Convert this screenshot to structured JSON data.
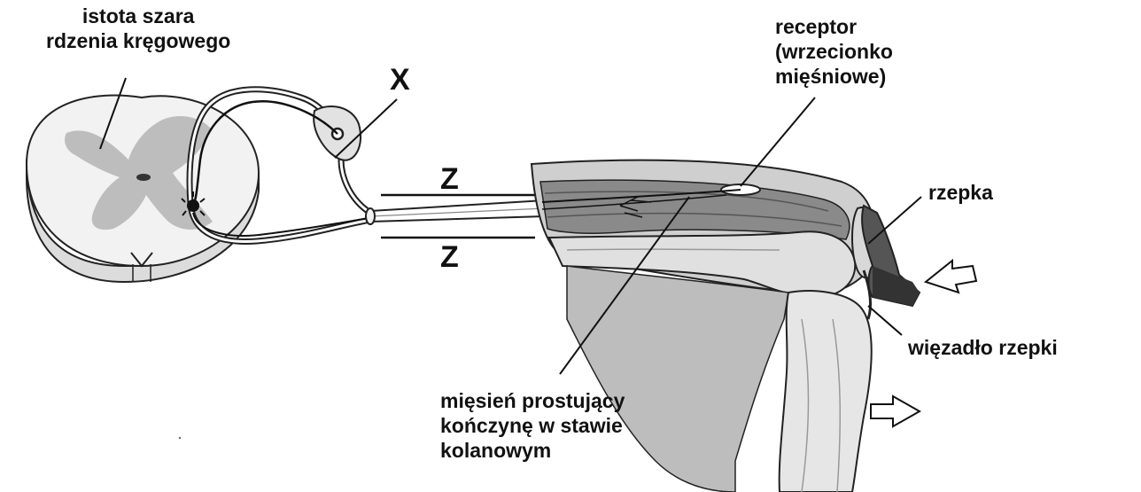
{
  "labels": {
    "gray_matter": [
      "istota szara",
      "rdzenia kręgowego"
    ],
    "x_marker": "X",
    "z_top": "Z",
    "z_bottom": "Z",
    "receptor": [
      "receptor",
      "(wrzecionko",
      "mięśniowe)"
    ],
    "patella": "rzepka",
    "patellar_ligament": "więzadło rzepki",
    "extensor_muscle": [
      "mięsień prostujący",
      "kończynę w stawie",
      "kolanowym"
    ]
  }
}
